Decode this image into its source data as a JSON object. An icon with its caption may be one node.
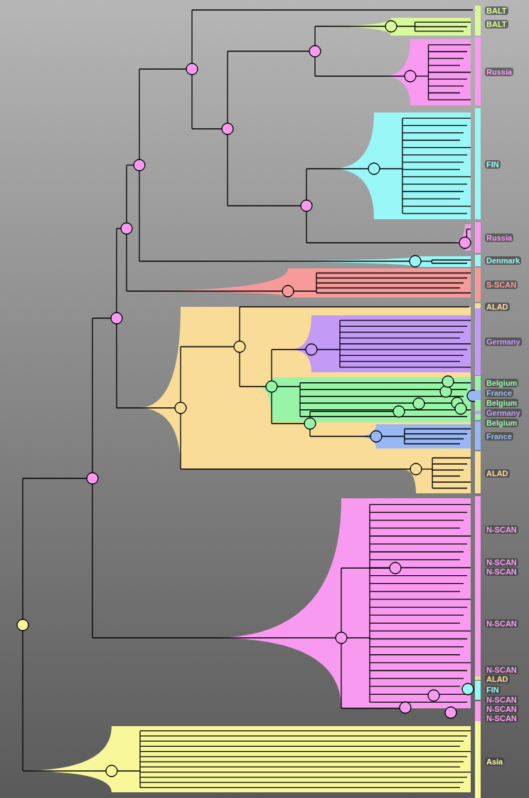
{
  "diagram": {
    "labels": [
      "BALT",
      "BALT",
      "Russia",
      "FIN",
      "Russia",
      "Denmark",
      "S-SCAN",
      "ALAD",
      "Germany",
      "Belgium",
      "France",
      "Belgium",
      "Germany",
      "Belgium",
      "France",
      "ALAD",
      "N-SCAN",
      "N-SCAN",
      "N-SCAN",
      "N-SCAN",
      "N-SCAN",
      "ALAD",
      "FIN",
      "N-SCAN",
      "N-SCAN",
      "N-SCAN",
      "Asia"
    ]
  }
}
